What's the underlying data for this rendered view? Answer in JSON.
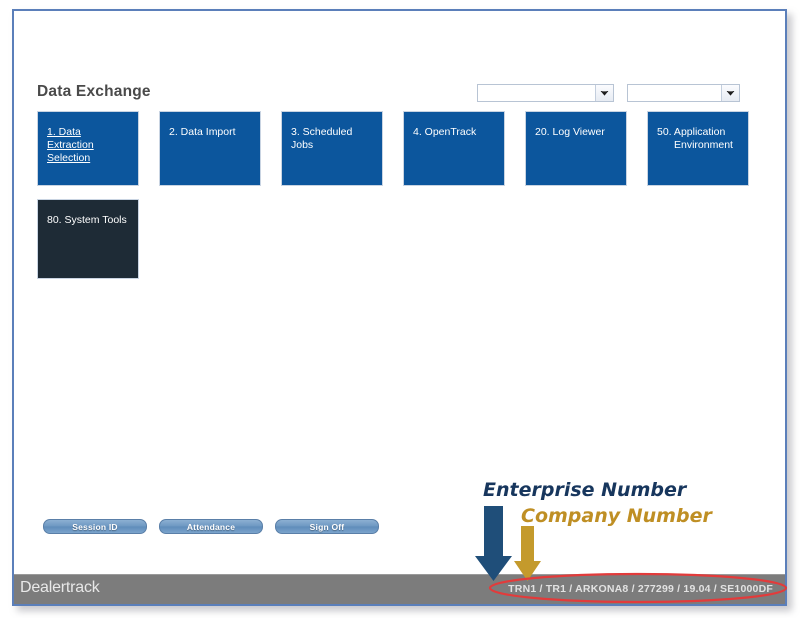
{
  "app": {
    "title": "Data Exchange",
    "brand": "Dealertrack"
  },
  "selectors": [
    {
      "name": "enterprise-selector",
      "value": "",
      "placeholder": "",
      "icon": "chevron-down-icon"
    },
    {
      "name": "company-selector",
      "value": "",
      "placeholder": "",
      "icon": "chevron-down-icon"
    }
  ],
  "tiles": [
    {
      "id": "data-extraction-selection",
      "number": "1.",
      "label": "1. Data Extraction Selection",
      "line1": "1. Data Extraction",
      "line2": "Selection",
      "state": "active",
      "theme": "blue"
    },
    {
      "id": "data-import",
      "number": "2.",
      "label": "2. Data Import",
      "line1": "2. Data Import",
      "line2": "",
      "state": "normal",
      "theme": "blue"
    },
    {
      "id": "scheduled-jobs",
      "number": "3.",
      "label": "3. Scheduled Jobs",
      "line1": "3. Scheduled Jobs",
      "line2": "",
      "state": "normal",
      "theme": "blue"
    },
    {
      "id": "opentrack",
      "number": "4.",
      "label": "4. OpenTrack",
      "line1": "4. OpenTrack",
      "line2": "",
      "state": "normal",
      "theme": "blue"
    },
    {
      "id": "log-viewer",
      "number": "20.",
      "label": "20. Log Viewer",
      "line1": "20. Log Viewer",
      "line2": "",
      "state": "normal",
      "theme": "blue"
    },
    {
      "id": "application-environment",
      "number": "50.",
      "label": "50. Application Environment",
      "line1": "50. Application",
      "line2": "Environment",
      "state": "normal",
      "theme": "blue"
    },
    {
      "id": "system-tools",
      "number": "80.",
      "label": "80. System Tools",
      "line1": "80. System Tools",
      "line2": "",
      "state": "normal",
      "theme": "dark"
    }
  ],
  "action_buttons": [
    {
      "id": "session-id",
      "label": "Session ID"
    },
    {
      "id": "attendance",
      "label": "Attendance"
    },
    {
      "id": "sign-off",
      "label": "Sign Off"
    }
  ],
  "footer": {
    "brand": "Dealertrack",
    "status_line": "TRN1 / TR1 / ARKONA8 / 277299 / 19.04 / SE1000DF",
    "status_parts": [
      "TRN1",
      "TR1",
      "ARKONA8",
      "277299",
      "19.04",
      "SE1000DF"
    ],
    "separator": "/"
  },
  "annotations": {
    "enterprise": {
      "label": "Enterprise Number",
      "color": "#17365d",
      "arrow": "down-arrow-navy",
      "points_to": "TRN1"
    },
    "company": {
      "label": "Company Number",
      "color": "#bf8f24",
      "arrow": "down-arrow-gold",
      "points_to": "TR1"
    },
    "highlight": {
      "shape": "ellipse",
      "color": "#e23b3b",
      "encircles": "TRN1 / TR1 / ARKONA8 / 277299 / 19.04 / SE1000DF"
    }
  },
  "colors": {
    "tile_blue": "#0c569d",
    "tile_dark": "#1e2b36",
    "frame_border": "#5b7fba",
    "footer_gray": "#7c7c7c",
    "annotation_navy": "#17365d",
    "annotation_gold": "#bf8f24",
    "highlight_red": "#e23b3b"
  }
}
